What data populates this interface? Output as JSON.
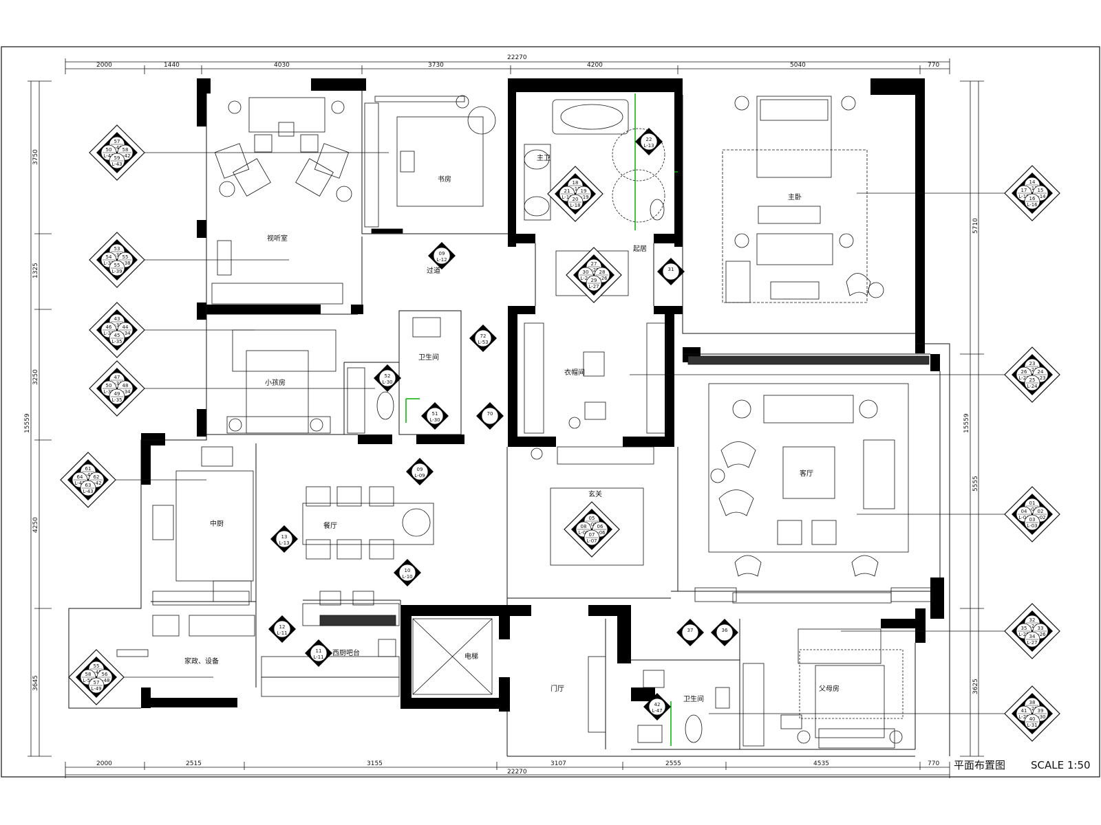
{
  "drawing": {
    "title": "平面布置图",
    "scale": "SCALE 1:50"
  },
  "dimensions": {
    "top_total": "22270",
    "top": [
      "2000",
      "1440",
      "4030",
      "3730",
      "4200",
      "5040",
      "770"
    ],
    "bottom_total": "22270",
    "bottom": [
      "2000",
      "2515",
      "3155",
      "3107",
      "2555",
      "4535",
      "770"
    ],
    "left": [
      "3750",
      "1325",
      "3250",
      "4250",
      "3645"
    ],
    "left_total": "15559",
    "right": [
      "5710",
      "5555",
      "3625"
    ],
    "right_total": "15559"
  },
  "rooms": {
    "av_room": "视听室",
    "study": "书房",
    "corridor": "过道",
    "master_bath": "主卫",
    "master_bedroom": "主卧",
    "dressing": "衣帽间",
    "lounge": "起居",
    "kids_room": "小孩房",
    "bath2": "卫生间",
    "kitchen": "中厨",
    "dining": "餐厅",
    "entrance": "玄关",
    "living": "客厅",
    "bar": "西厨吧台",
    "laundry": "家政、设备",
    "elevator": "电梯",
    "foyer": "门厅",
    "bath3": "卫生间",
    "parents_room": "父母房"
  },
  "tags": {
    "av": [
      "57",
      "50",
      "58",
      "59",
      "L-40",
      "L-41",
      "L-42",
      "L-43"
    ],
    "av2": [
      "53",
      "54",
      "55",
      "55",
      "L-36",
      "L-37",
      "L-38",
      "L-39"
    ],
    "kids": [
      "43",
      "46",
      "44",
      "45",
      "L-33",
      "L-32",
      "L-34",
      "L-35"
    ],
    "kids2": [
      "47",
      "50",
      "48",
      "49",
      "L-31",
      "L-30",
      "L-34",
      "L-35"
    ],
    "kitchen": [
      "61",
      "64",
      "62",
      "63",
      "L-41",
      "L-47",
      "L-42",
      "L-43"
    ],
    "laundry": [
      "55",
      "58",
      "56",
      "57",
      "L-45",
      "L-59",
      "L-48",
      "L-49"
    ],
    "master": [
      "14",
      "17",
      "15",
      "16",
      "L-13",
      "L-15",
      "L-14",
      "L-16"
    ],
    "living_r": [
      "23",
      "26",
      "24",
      "25",
      "L-21",
      "L-22",
      "L-23",
      "L-24"
    ],
    "living_r2": [
      "01",
      "04",
      "02",
      "03",
      "L-01",
      "L-04",
      "L-02",
      "L-03"
    ],
    "parents": [
      "32",
      "35",
      "33",
      "34",
      "L-24",
      "L-25",
      "L-26",
      "L-27"
    ],
    "parents2": [
      "38",
      "41",
      "39",
      "40",
      "L-28",
      "L-29",
      "L-30",
      "L-31"
    ],
    "bath": [
      "18",
      "21",
      "19",
      "20",
      "L-17",
      "L-16",
      "L-19",
      "L-18"
    ],
    "lounge": [
      "27",
      "30",
      "28",
      "29",
      "L-25",
      "L-24",
      "L-26",
      "L-27"
    ],
    "entrance": [
      "05",
      "08",
      "06",
      "07",
      "L-05",
      "L-08",
      "L-06",
      "L-07"
    ]
  },
  "markers": {
    "study": "",
    "bath_22": [
      "22",
      "L-13"
    ],
    "corridor_09": [
      "09",
      "L-12"
    ],
    "lounge_31": [
      "31",
      ""
    ],
    "hall_72": [
      "72",
      "L-53"
    ],
    "hall_70": [
      "70",
      ""
    ],
    "kids_52": [
      "52",
      "L-30"
    ],
    "kids_51": [
      "51",
      "L-30"
    ],
    "dining_09": [
      "09",
      "L-09"
    ],
    "dining_13": [
      "13",
      "L-13"
    ],
    "dining_10": [
      "10",
      "L-10"
    ],
    "laundry_12": [
      "12",
      "L-11"
    ],
    "bar_11": [
      "11",
      "L-11"
    ],
    "bath3_42": [
      "42",
      "L-47"
    ],
    "parents_37": [
      "37",
      ""
    ],
    "parents_36": [
      "36",
      ""
    ]
  },
  "colors": {
    "wall": "#000000",
    "line": "#111111",
    "accent": "#00b000"
  }
}
